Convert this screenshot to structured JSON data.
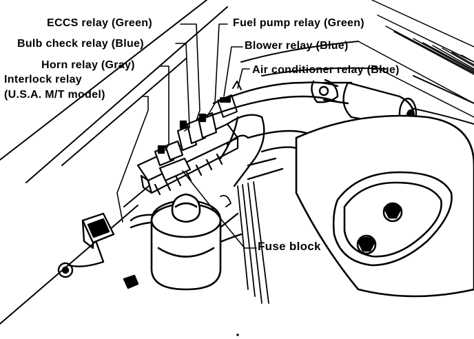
{
  "labels": {
    "eccs_relay": "ECCS relay (Green)",
    "bulb_check_relay": "Bulb check relay (Blue)",
    "horn_relay": "Horn relay (Gray)",
    "interlock_relay_line1": "Interlock relay",
    "interlock_relay_line2": "(U.S.A. M/T model)",
    "fuel_pump_relay": "Fuel pump relay (Green)",
    "blower_relay": "Blower relay (Blue)",
    "air_conditioner_relay": "Air conditioner relay (Blue)",
    "fuse_block": "Fuse block"
  },
  "colors": {
    "ink": "#000000",
    "paper": "#ffffff"
  }
}
